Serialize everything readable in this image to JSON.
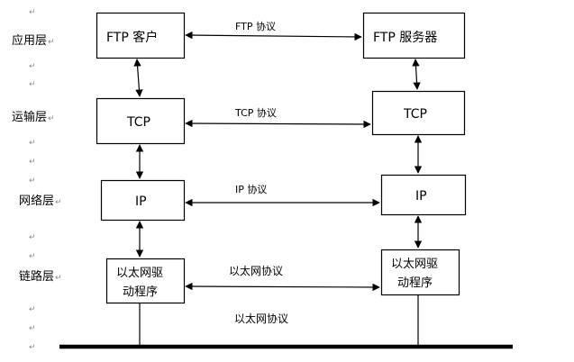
{
  "layers": [
    {
      "id": "application",
      "label": "应用层"
    },
    {
      "id": "transport",
      "label": "运输层"
    },
    {
      "id": "network",
      "label": "网络层"
    },
    {
      "id": "link",
      "label": "链路层"
    }
  ],
  "left_stack": {
    "application": "FTP 客户",
    "transport": "TCP",
    "network": "IP",
    "link_line1": "以太网驱",
    "link_line2": "动程序"
  },
  "right_stack": {
    "application": "FTP 服务器",
    "transport": "TCP",
    "network": "IP",
    "link_line1": "以太网驱",
    "link_line2": "动程序"
  },
  "protocols": {
    "application": "FTP 协议",
    "transport": "TCP 协议",
    "network": "IP 协议",
    "link": "以太网协议",
    "medium": "以太网协议"
  },
  "paragraph_mark": "↵"
}
